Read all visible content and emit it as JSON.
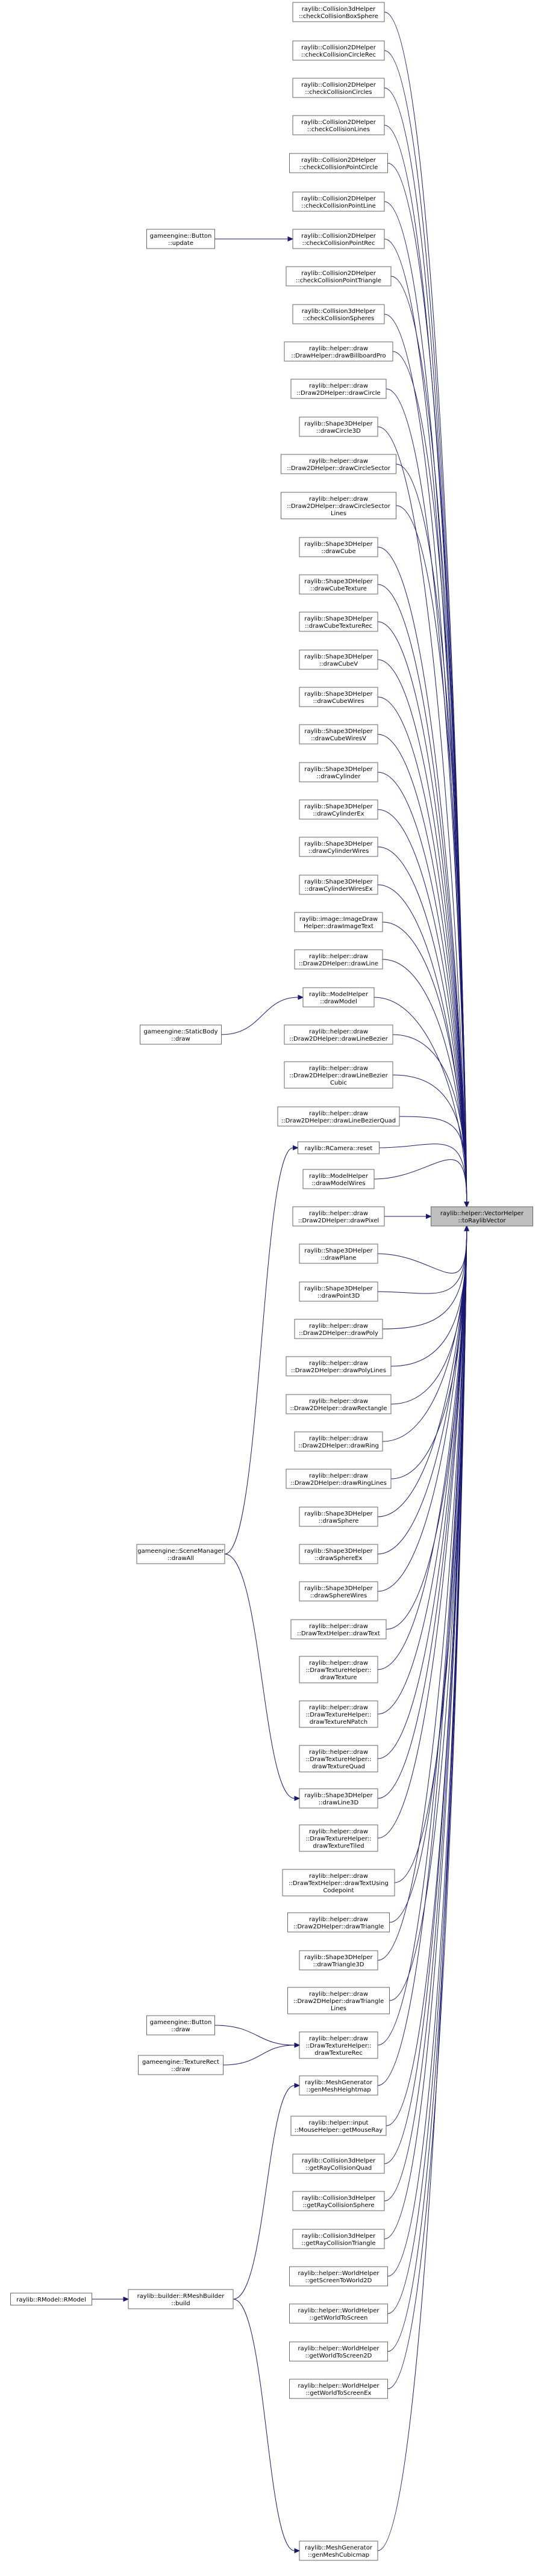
{
  "target": {
    "label": [
      "raylib::helper::VectorHelper",
      "::toRaylibVector"
    ]
  },
  "functions": [
    {
      "id": "f0",
      "label": [
        "raylib::Collision3dHelper",
        "::checkCollisionBoxSphere"
      ]
    },
    {
      "id": "f1",
      "label": [
        "raylib::Collision2DHelper",
        "::checkCollisionCircleRec"
      ]
    },
    {
      "id": "f2",
      "label": [
        "raylib::Collision2DHelper",
        "::checkCollisionCircles"
      ]
    },
    {
      "id": "f3",
      "label": [
        "raylib::Collision2DHelper",
        "::checkCollisionLines"
      ]
    },
    {
      "id": "f4",
      "label": [
        "raylib::Collision2DHelper",
        "::checkCollisionPointCircle"
      ]
    },
    {
      "id": "f5",
      "label": [
        "raylib::Collision2DHelper",
        "::checkCollisionPointLine"
      ]
    },
    {
      "id": "f6",
      "label": [
        "raylib::Collision2DHelper",
        "::checkCollisionPointRec"
      ]
    },
    {
      "id": "f7",
      "label": [
        "raylib::Collision2DHelper",
        "::checkCollisionPointTriangle"
      ]
    },
    {
      "id": "f8",
      "label": [
        "raylib::Collision3dHelper",
        "::checkCollisionSpheres"
      ]
    },
    {
      "id": "f9",
      "label": [
        "raylib::helper::draw",
        "::DrawHelper::drawBillboardPro"
      ]
    },
    {
      "id": "f10",
      "label": [
        "raylib::helper::draw",
        "::Draw2DHelper::drawCircle"
      ]
    },
    {
      "id": "f11",
      "label": [
        "raylib::Shape3DHelper",
        "::drawCircle3D"
      ]
    },
    {
      "id": "f12",
      "label": [
        "raylib::helper::draw",
        "::Draw2DHelper::drawCircleSector"
      ]
    },
    {
      "id": "f13",
      "label": [
        "raylib::helper::draw",
        "::Draw2DHelper::drawCircleSector",
        "Lines"
      ]
    },
    {
      "id": "f14",
      "label": [
        "raylib::Shape3DHelper",
        "::drawCube"
      ]
    },
    {
      "id": "f15",
      "label": [
        "raylib::Shape3DHelper",
        "::drawCubeTexture"
      ]
    },
    {
      "id": "f16",
      "label": [
        "raylib::Shape3DHelper",
        "::drawCubeTextureRec"
      ]
    },
    {
      "id": "f17",
      "label": [
        "raylib::Shape3DHelper",
        "::drawCubeV"
      ]
    },
    {
      "id": "f18",
      "label": [
        "raylib::Shape3DHelper",
        "::drawCubeWires"
      ]
    },
    {
      "id": "f19",
      "label": [
        "raylib::Shape3DHelper",
        "::drawCubeWiresV"
      ]
    },
    {
      "id": "f20",
      "label": [
        "raylib::Shape3DHelper",
        "::drawCylinder"
      ]
    },
    {
      "id": "f21",
      "label": [
        "raylib::Shape3DHelper",
        "::drawCylinderEx"
      ]
    },
    {
      "id": "f22",
      "label": [
        "raylib::Shape3DHelper",
        "::drawCylinderWires"
      ]
    },
    {
      "id": "f23",
      "label": [
        "raylib::Shape3DHelper",
        "::drawCylinderWiresEx"
      ]
    },
    {
      "id": "f24",
      "label": [
        "raylib::image::ImageDraw",
        "Helper::drawImageText"
      ]
    },
    {
      "id": "f25",
      "label": [
        "raylib::helper::draw",
        "::Draw2DHelper::drawLine"
      ]
    },
    {
      "id": "f26",
      "label": [
        "raylib::ModelHelper",
        "::drawModel"
      ]
    },
    {
      "id": "f27",
      "label": [
        "raylib::helper::draw",
        "::Draw2DHelper::drawLineBezier"
      ]
    },
    {
      "id": "f28",
      "label": [
        "raylib::helper::draw",
        "::Draw2DHelper::drawLineBezier",
        "Cubic"
      ]
    },
    {
      "id": "f29",
      "label": [
        "raylib::helper::draw",
        "::Draw2DHelper::drawLineBezierQuad"
      ]
    },
    {
      "id": "f30",
      "label": [
        "raylib::RCamera::reset"
      ]
    },
    {
      "id": "f31",
      "label": [
        "raylib::ModelHelper",
        "::drawModelWires"
      ]
    },
    {
      "id": "f32",
      "label": [
        "raylib::helper::draw",
        "::Draw2DHelper::drawPixel"
      ]
    },
    {
      "id": "f33",
      "label": [
        "raylib::Shape3DHelper",
        "::drawPlane"
      ]
    },
    {
      "id": "f34",
      "label": [
        "raylib::Shape3DHelper",
        "::drawPoint3D"
      ]
    },
    {
      "id": "f35",
      "label": [
        "raylib::helper::draw",
        "::Draw2DHelper::drawPoly"
      ]
    },
    {
      "id": "f36",
      "label": [
        "raylib::helper::draw",
        "::Draw2DHelper::drawPolyLines"
      ]
    },
    {
      "id": "f37",
      "label": [
        "raylib::helper::draw",
        "::Draw2DHelper::drawRectangle"
      ]
    },
    {
      "id": "f38",
      "label": [
        "raylib::helper::draw",
        "::Draw2DHelper::drawRing"
      ]
    },
    {
      "id": "f39",
      "label": [
        "raylib::helper::draw",
        "::Draw2DHelper::drawRingLines"
      ]
    },
    {
      "id": "f40",
      "label": [
        "raylib::Shape3DHelper",
        "::drawSphere"
      ]
    },
    {
      "id": "f41",
      "label": [
        "raylib::Shape3DHelper",
        "::drawSphereEx"
      ]
    },
    {
      "id": "f42",
      "label": [
        "raylib::Shape3DHelper",
        "::drawSphereWires"
      ]
    },
    {
      "id": "f43",
      "label": [
        "raylib::helper::draw",
        "::DrawTextHelper::drawText"
      ]
    },
    {
      "id": "f44",
      "label": [
        "raylib::helper::draw",
        "::DrawTextureHelper::",
        "drawTexture"
      ]
    },
    {
      "id": "f45",
      "label": [
        "raylib::helper::draw",
        "::DrawTextureHelper::",
        "drawTextureNPatch"
      ]
    },
    {
      "id": "f46",
      "label": [
        "raylib::helper::draw",
        "::DrawTextureHelper::",
        "drawTextureQuad"
      ]
    },
    {
      "id": "f47",
      "label": [
        "raylib::Shape3DHelper",
        "::drawLine3D"
      ]
    },
    {
      "id": "f48",
      "label": [
        "raylib::helper::draw",
        "::DrawTextureHelper::",
        "drawTextureTiled"
      ]
    },
    {
      "id": "f49",
      "label": [
        "raylib::helper::draw",
        "::DrawTextHelper::drawTextUsing",
        "Codepoint"
      ]
    },
    {
      "id": "f50",
      "label": [
        "raylib::helper::draw",
        "::Draw2DHelper::drawTriangle"
      ]
    },
    {
      "id": "f51",
      "label": [
        "raylib::Shape3DHelper",
        "::drawTriangle3D"
      ]
    },
    {
      "id": "f52",
      "label": [
        "raylib::helper::draw",
        "::Draw2DHelper::drawTriangle",
        "Lines"
      ]
    },
    {
      "id": "f53",
      "label": [
        "raylib::helper::draw",
        "::DrawTextureHelper::",
        "drawTextureRec"
      ]
    },
    {
      "id": "f54",
      "label": [
        "raylib::MeshGenerator",
        "::genMeshHeightmap"
      ]
    },
    {
      "id": "f55",
      "label": [
        "raylib::helper::input",
        "::MouseHelper::getMouseRay"
      ]
    },
    {
      "id": "f56",
      "label": [
        "raylib::Collision3dHelper",
        "::getRayCollisionQuad"
      ]
    },
    {
      "id": "f57",
      "label": [
        "raylib::Collision3dHelper",
        "::getRayCollisionSphere"
      ]
    },
    {
      "id": "f58",
      "label": [
        "raylib::Collision3dHelper",
        "::getRayCollisionTriangle"
      ]
    },
    {
      "id": "f59",
      "label": [
        "raylib::helper::WorldHelper",
        "::getScreenToWorld2D"
      ]
    },
    {
      "id": "f60",
      "label": [
        "raylib::helper::WorldHelper",
        "::getWorldToScreen"
      ]
    },
    {
      "id": "f61",
      "label": [
        "raylib::helper::WorldHelper",
        "::getWorldToScreen2D"
      ]
    },
    {
      "id": "f62",
      "label": [
        "raylib::helper::WorldHelper",
        "::getWorldToScreenEx"
      ]
    },
    {
      "id": "f63",
      "label": [
        "raylib::MeshGenerator",
        "::genMeshCubicmap"
      ]
    }
  ],
  "callers": [
    {
      "id": "c0",
      "label": [
        "gameengine::Button",
        "::update"
      ],
      "calls": [
        "f6"
      ]
    },
    {
      "id": "c1",
      "label": [
        "gameengine::StaticBody",
        "::draw"
      ],
      "calls": [
        "f26"
      ]
    },
    {
      "id": "c2",
      "label": [
        "gameengine::SceneManager",
        "::drawAll"
      ],
      "calls": [
        "f30",
        "f47"
      ]
    },
    {
      "id": "c3",
      "label": [
        "gameengine::Button",
        "::draw"
      ],
      "calls": [
        "f53"
      ]
    },
    {
      "id": "c4",
      "label": [
        "gameengine::TextureRect",
        "::draw"
      ],
      "calls": [
        "f53"
      ]
    },
    {
      "id": "c5",
      "label": [
        "raylib::builder::RMeshBuilder",
        "::build"
      ],
      "calls": [
        "f54",
        "f63"
      ]
    },
    {
      "id": "c6",
      "label": [
        "raylib::RModel::RModel"
      ],
      "calls": [
        "c5"
      ]
    }
  ],
  "colors": {
    "edge": "#191970",
    "target_fill": "#bfbfbf",
    "node_border": "#666666"
  }
}
